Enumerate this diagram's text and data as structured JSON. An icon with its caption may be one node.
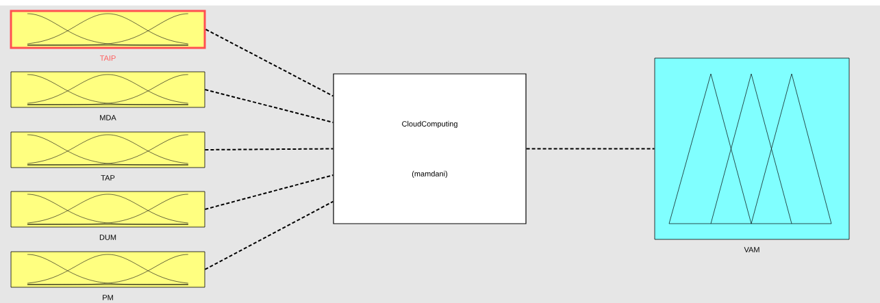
{
  "diagram": {
    "nodes": [
      {
        "text": [
          "TAIP"
        ]
      },
      {
        "text": [
          "MDA"
        ]
      },
      {
        "text": [
          "TAP"
        ]
      },
      {
        "text": [
          "DUM"
        ]
      },
      {
        "text": [
          "PM"
        ]
      },
      {
        "text": [
          "CloudComputing",
          "(mamdani)"
        ]
      },
      {
        "text": [
          "VAM"
        ]
      }
    ],
    "edges": [
      {
        "from": 0,
        "to": 5,
        "arrow": "none",
        "style": "dashed"
      },
      {
        "from": 1,
        "to": 5,
        "arrow": "none",
        "style": "dashed"
      },
      {
        "from": 2,
        "to": 5,
        "arrow": "none",
        "style": "dashed"
      },
      {
        "from": 3,
        "to": 5,
        "arrow": "none",
        "style": "dashed"
      },
      {
        "from": 4,
        "to": 5,
        "arrow": "none",
        "style": "dashed"
      },
      {
        "from": 5,
        "to": 6,
        "arrow": "none",
        "style": "dashed"
      }
    ]
  }
}
